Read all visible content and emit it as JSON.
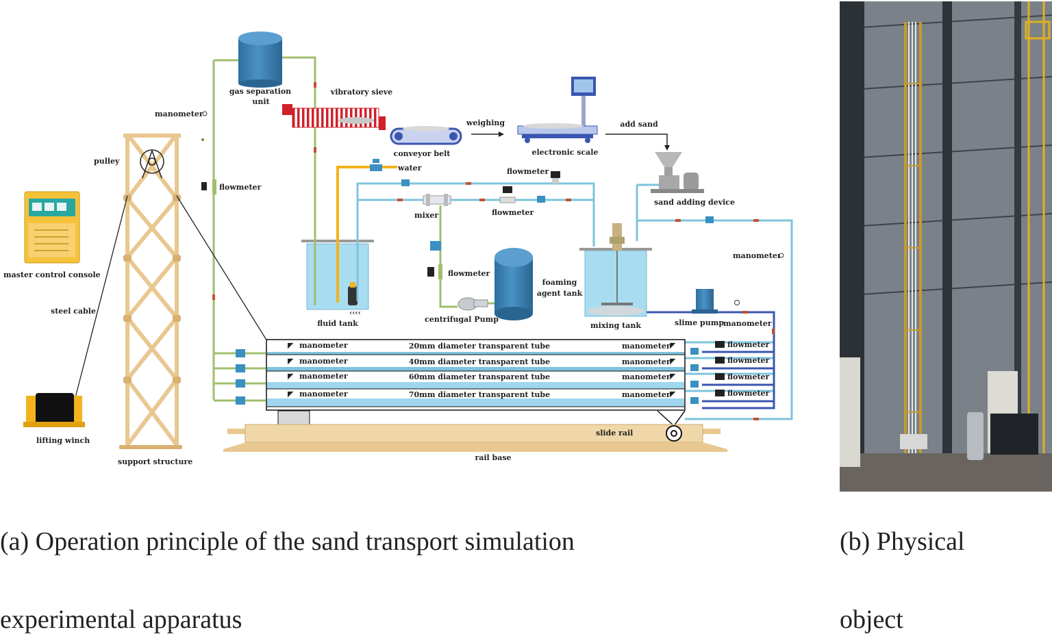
{
  "labels": {
    "gas_separation_unit_1": "gas separation",
    "gas_separation_unit_2": "unit",
    "vibratory_sieve": "vibratory sieve",
    "weighing": "weighing",
    "add_sand": "add sand",
    "conveyor_belt": "conveyor belt",
    "electronic_scale": "electronic scale",
    "manometer": "manometer",
    "pulley": "pulley",
    "flowmeter": "flowmeter",
    "water": "water",
    "mixer": "mixer",
    "sand_adding_device": "sand adding device",
    "master_control_console": "master control console",
    "steel_cable": "steel cable",
    "fluid_tank": "fluid tank",
    "centrifugal_pump": "centrifugal Pump",
    "foaming_agent_tank_1": "foaming",
    "foaming_agent_tank_2": "agent tank",
    "mixing_tank": "mixing tank",
    "slime_pump": "slime pump",
    "lifting_winch": "lifting winch",
    "support_structure": "support structure",
    "slide_rail": "slide rail",
    "rail_base": "rail base"
  },
  "tubes": [
    {
      "label": "20mm diameter transparent tube",
      "left_meter": "manometer",
      "right_meter": "manometer",
      "flowmeter": "flowmeter"
    },
    {
      "label": "40mm diameter transparent tube",
      "left_meter": "manometer",
      "right_meter": "manometer",
      "flowmeter": "flowmeter"
    },
    {
      "label": "60mm diameter transparent tube",
      "left_meter": "manometer",
      "right_meter": "manometer",
      "flowmeter": "flowmeter"
    },
    {
      "label": "70mm diameter transparent tube",
      "left_meter": "manometer",
      "right_meter": "manometer",
      "flowmeter": "flowmeter"
    }
  ],
  "captions": {
    "a_line1": "(a) Operation principle of the sand transport simulation",
    "a_line2": "experimental apparatus",
    "b_line1": "(b) Physical",
    "b_line2": "object"
  },
  "colors": {
    "pipe_green": "#9fbf6e",
    "pipe_blue": "#7ec3dd",
    "pipe_dark_blue": "#3a56b0",
    "pipe_orange": "#f2b31c",
    "wood": "#f0d7a8",
    "tank_blue": "#3a82b6",
    "water": "#a8dcf0",
    "sieve_red": "#d0202a"
  }
}
